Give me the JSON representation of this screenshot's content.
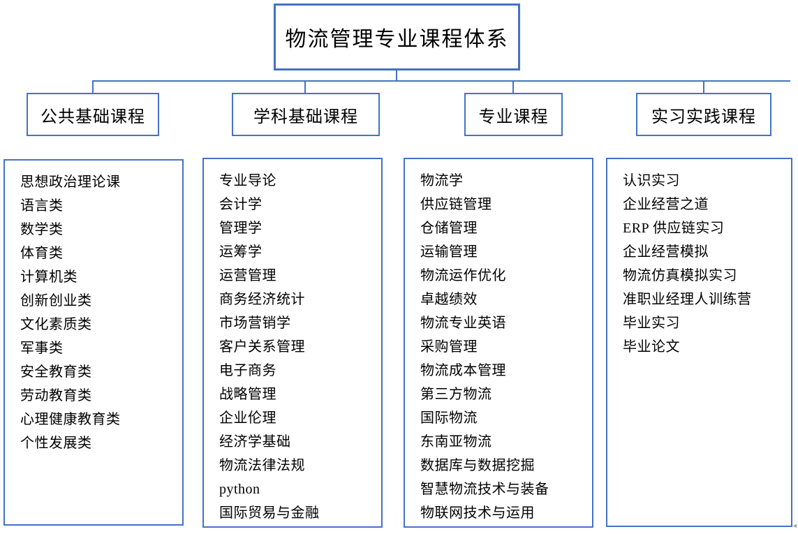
{
  "diagram": {
    "title": "物流管理专业课程体系",
    "accent_color": "#4472C4",
    "background_color": "#FFFFFF",
    "text_color": "#000000",
    "edge_mark": "◄"
  },
  "categories": [
    {
      "label": "公共基础课程",
      "courses": [
        "思想政治理论课",
        "语言类",
        "数学类",
        "体育类",
        "计算机类",
        "创新创业类",
        "文化素质类",
        "军事类",
        "安全教育类",
        "劳动教育类",
        "心理健康教育类",
        "个性发展类"
      ]
    },
    {
      "label": "学科基础课程",
      "courses": [
        "专业导论",
        "会计学",
        "管理学",
        "运筹学",
        "运营管理",
        "商务经济统计",
        "市场营销学",
        "客户关系管理",
        "电子商务",
        "战略管理",
        "企业伦理",
        "经济学基础",
        "物流法律法规",
        "python",
        "国际贸易与金融"
      ]
    },
    {
      "label": "专业课程",
      "courses": [
        "物流学",
        "供应链管理",
        "仓储管理",
        "运输管理",
        "物流运作优化",
        "卓越绩效",
        "物流专业英语",
        "采购管理",
        "物流成本管理",
        "第三方物流",
        "国际物流",
        "东南亚物流",
        "数据库与数据挖掘",
        "智慧物流技术与装备",
        "物联网技术与运用"
      ]
    },
    {
      "label": "实习实践课程",
      "courses": [
        "认识实习",
        "企业经营之道",
        "ERP 供应链实习",
        "企业经营模拟",
        "物流仿真模拟实习",
        "准职业经理人训练营",
        "毕业实习",
        "毕业论文"
      ]
    }
  ]
}
